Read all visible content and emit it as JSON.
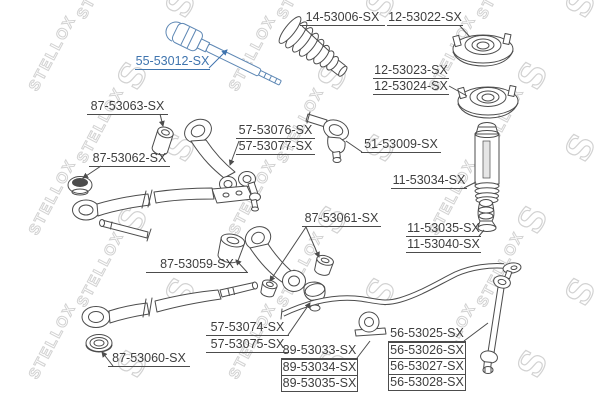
{
  "watermark": {
    "text": "STELLOX",
    "logo_letter": "S"
  },
  "colors": {
    "label_text": "#3e3e3e",
    "selected_link": "#3f74ae",
    "line_art": "#4c4c4c",
    "blue_part": "#5d87b4",
    "watermark": "#d2d2d2"
  },
  "selected_part": "55-53012-SX",
  "parts": {
    "steering_rack_boot": {
      "numbers": [
        "14-53006-SX"
      ]
    },
    "strut_mount_upper": {
      "numbers": [
        "12-53022-SX"
      ]
    },
    "strut_mount_lower": {
      "numbers": [
        "12-53023-SX",
        "12-53024-SX"
      ]
    },
    "inner_tie_rod": {
      "numbers": [
        "55-53012-SX"
      ],
      "selected": true
    },
    "upper_arm_bushing": {
      "numbers": [
        "87-53063-SX"
      ]
    },
    "idler_arm_bushing": {
      "numbers": [
        "87-53062-SX"
      ]
    },
    "upper_control_arm": {
      "numbers": [
        "57-53076-SX",
        "57-53077-SX"
      ]
    },
    "tie_rod_end": {
      "numbers": [
        "51-53009-SX"
      ]
    },
    "shock_absorber_boot": {
      "numbers": [
        "11-53034-SX"
      ]
    },
    "lower_arm_bushings": {
      "numbers": [
        "87-53061-SX"
      ]
    },
    "bump_stop": {
      "numbers": [
        "11-53035-SX",
        "11-53040-SX"
      ]
    },
    "rear_arm_bushing": {
      "numbers": [
        "87-53059-SX"
      ]
    },
    "lower_control_arm": {
      "numbers": [
        "57-53074-SX",
        "57-53075-SX"
      ]
    },
    "stabilizer_bushings": {
      "numbers": [
        "89-53033-SX",
        "89-53034-SX",
        "89-53035-SX"
      ]
    },
    "stabilizer_links": {
      "numbers": [
        "56-53025-SX",
        "56-53026-SX",
        "56-53027-SX",
        "56-53028-SX"
      ]
    },
    "link_rod_bushing": {
      "numbers": [
        "87-53060-SX"
      ]
    }
  }
}
